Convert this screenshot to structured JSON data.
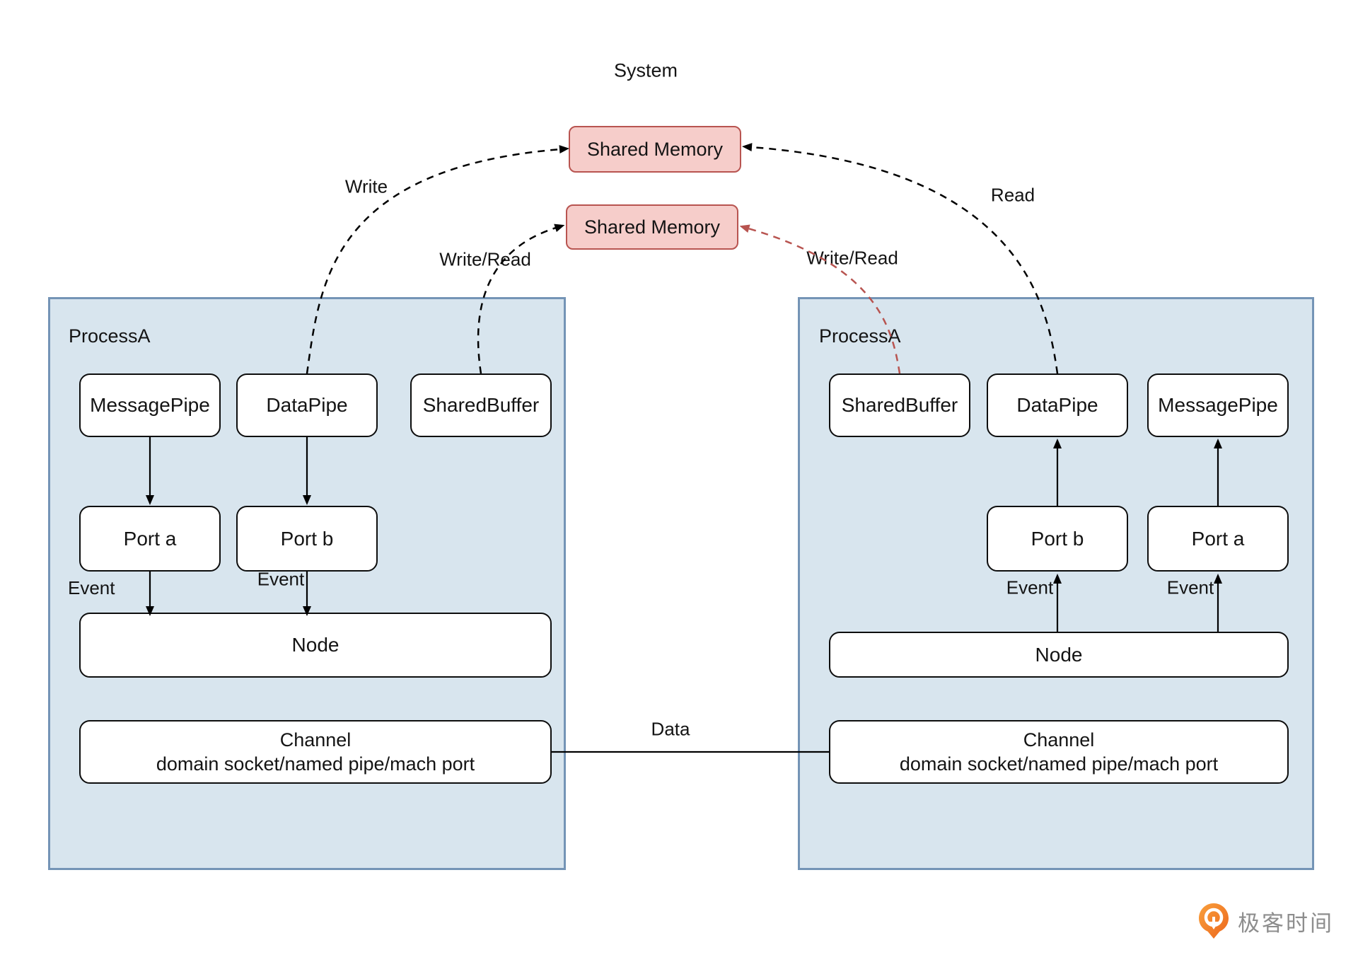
{
  "system_label": "System",
  "shared_memory_top": "Shared Memory",
  "shared_memory_bottom": "Shared Memory",
  "edge_labels": {
    "write": "Write",
    "write_read_left": "Write/Read",
    "write_read_right": "Write/Read",
    "read": "Read",
    "data": "Data",
    "event": "Event"
  },
  "process_left": {
    "title": "ProcessA",
    "message_pipe": "MessagePipe",
    "data_pipe": "DataPipe",
    "shared_buffer": "SharedBuffer",
    "port_a": "Port a",
    "port_b": "Port b",
    "node": "Node",
    "channel_title": "Channel",
    "channel_subtitle": "domain socket/named pipe/mach port"
  },
  "process_right": {
    "title": "ProcessA",
    "message_pipe": "MessagePipe",
    "data_pipe": "DataPipe",
    "shared_buffer": "SharedBuffer",
    "port_a": "Port a",
    "port_b": "Port b",
    "node": "Node",
    "channel_title": "Channel",
    "channel_subtitle": "domain socket/named pipe/mach port"
  },
  "brand": {
    "name": "极客时间"
  },
  "colors": {
    "process_fill": "#d8e5ee",
    "process_border": "#7494b6",
    "memory_fill": "#f6cdca",
    "memory_border": "#b85450",
    "red_dashed_arrow": "#b85450",
    "black_line": "#000000",
    "brand_orange": "#ee6a1e",
    "brand_text": "#8d8d8d"
  }
}
